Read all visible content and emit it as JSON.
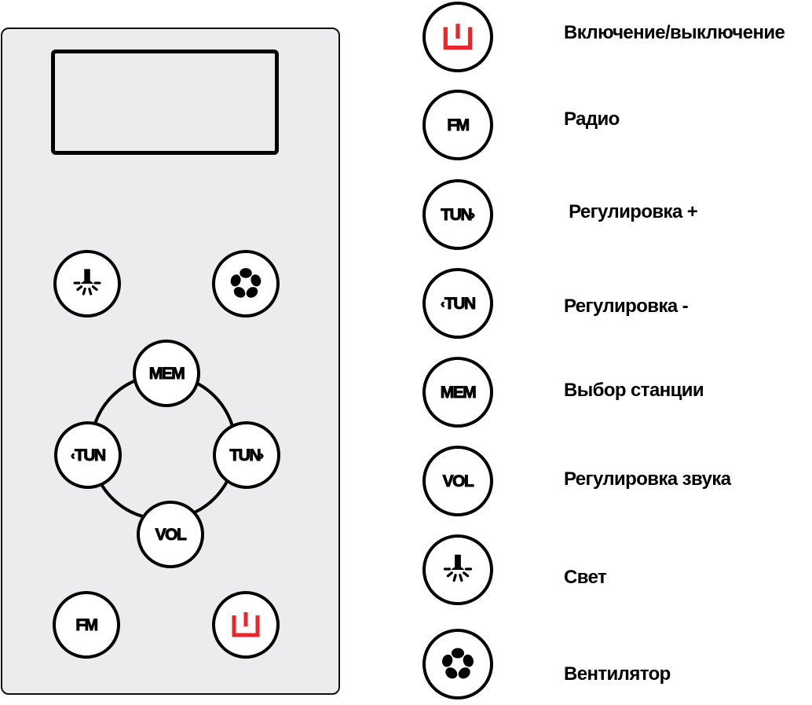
{
  "colors": {
    "accent_red": "#e8262b",
    "stroke": "#000000",
    "panel_bg": "#ececee"
  },
  "remote": {
    "display": {
      "icon": "lcd-screen"
    },
    "buttons": {
      "light": {
        "icon": "light-bulb-icon"
      },
      "fan": {
        "icon": "fan-icon"
      },
      "mem": {
        "label": "MEM"
      },
      "tun_minus": {
        "arrow": "‹",
        "label": "TUN"
      },
      "tun_plus": {
        "label": "TUN",
        "arrow": "›"
      },
      "vol": {
        "label": "VOL"
      },
      "fm": {
        "label": "FM"
      },
      "power": {
        "icon": "power-icon"
      }
    }
  },
  "legend": {
    "items": [
      {
        "icon": "power-icon",
        "label": "Включение/выключение"
      },
      {
        "button_text": "FM",
        "label": "Радио"
      },
      {
        "button_text": "TUN",
        "arrow": "›",
        "label": " Регулировка +"
      },
      {
        "button_text": "TUN",
        "arrow": "‹",
        "label": "Регулировка -"
      },
      {
        "button_text": "MEM",
        "label": "Выбор станции"
      },
      {
        "button_text": "VOL",
        "label": "Регулировка звука"
      },
      {
        "icon": "light-bulb-icon",
        "label": "Свет"
      },
      {
        "icon": "fan-icon",
        "label": "Вентилятор"
      }
    ]
  }
}
